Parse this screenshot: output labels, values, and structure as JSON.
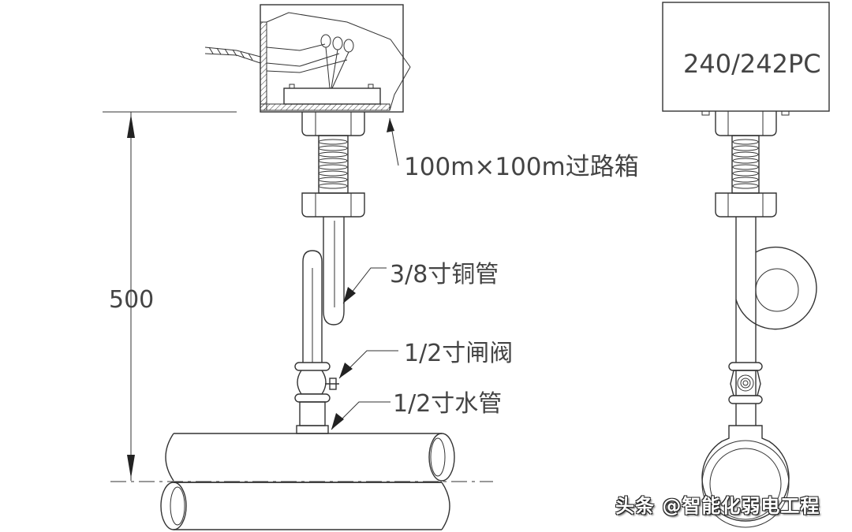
{
  "diagram": {
    "left_view": {
      "dimension_label": "500",
      "callouts": [
        {
          "id": "junction-box",
          "text": "100m×100m过路箱"
        },
        {
          "id": "copper-pipe",
          "text": "3/8寸铜管"
        },
        {
          "id": "gate-valve",
          "text": "1/2寸闸阀"
        },
        {
          "id": "water-pipe",
          "text": "1/2寸水管"
        }
      ]
    },
    "right_view": {
      "device_label": "240/242PC"
    },
    "colors": {
      "line": "#333333",
      "text": "#444444",
      "background": "#ffffff"
    }
  },
  "watermark": "头条 @智能化弱电工程"
}
